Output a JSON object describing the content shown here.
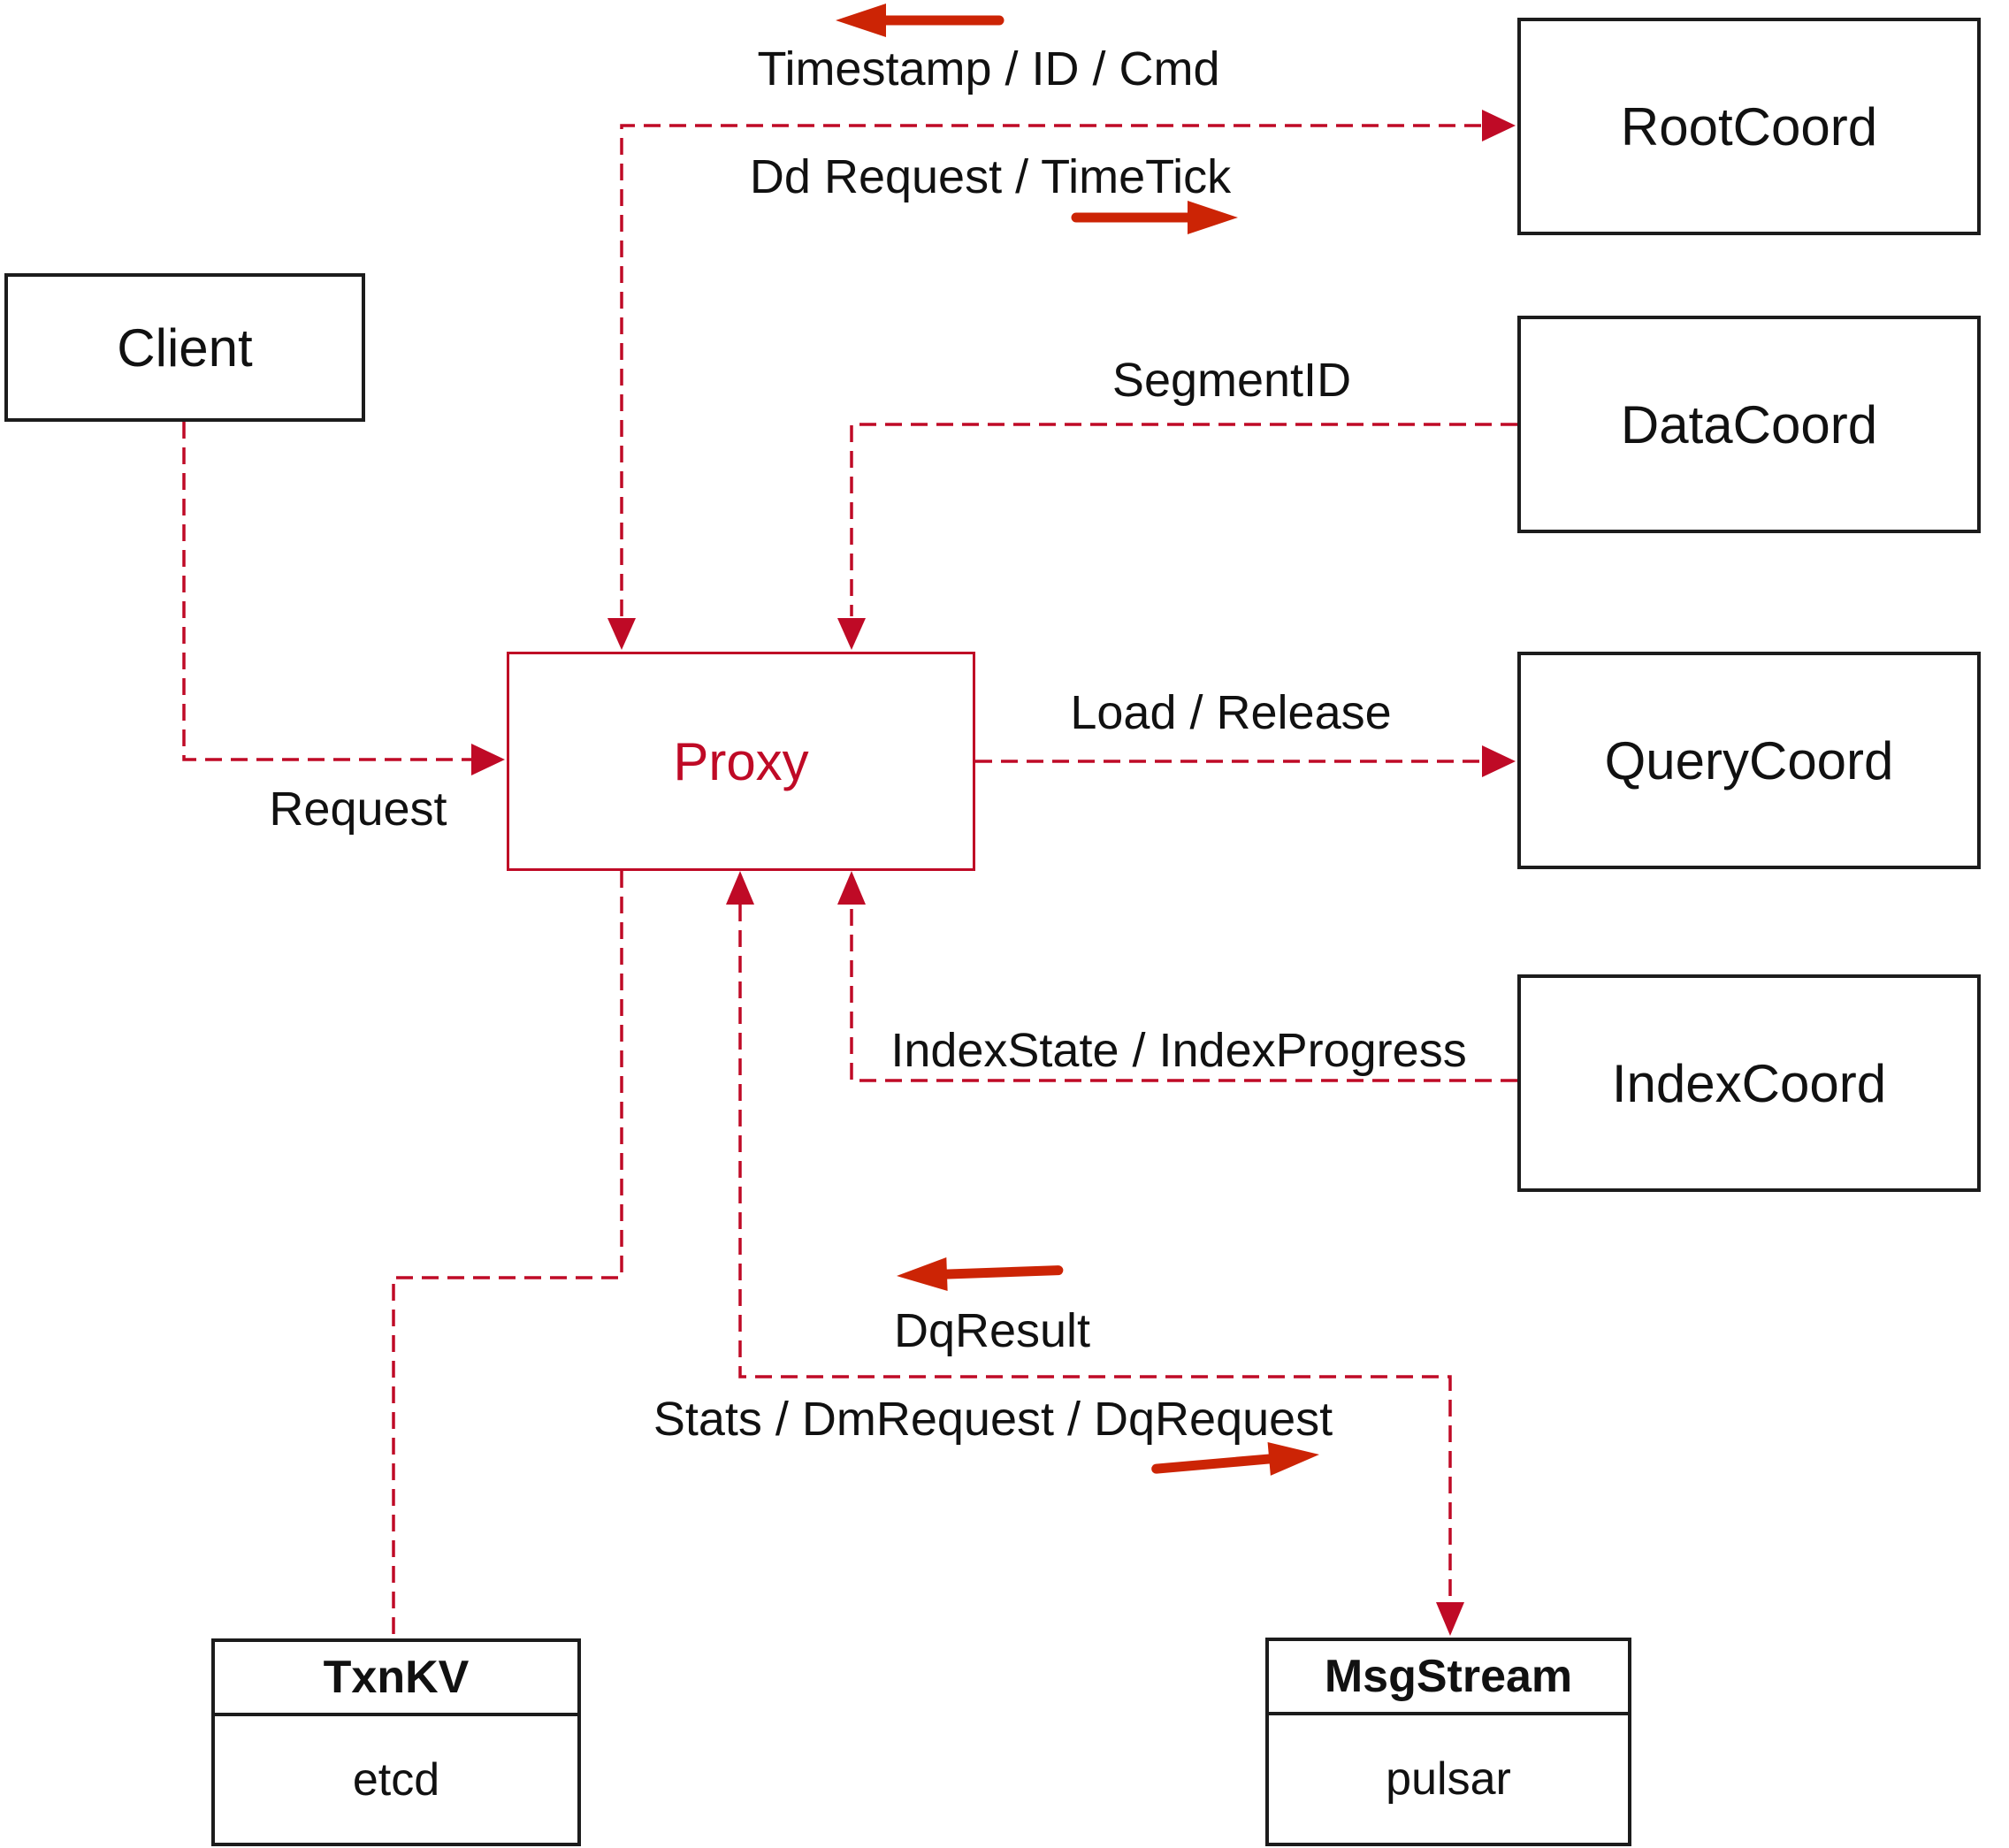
{
  "diagram": {
    "nodes": {
      "client": {
        "label": "Client"
      },
      "proxy": {
        "label": "Proxy"
      },
      "root_coord": {
        "label": "RootCoord"
      },
      "data_coord": {
        "label": "DataCoord"
      },
      "query_coord": {
        "label": "QueryCoord"
      },
      "index_coord": {
        "label": "IndexCoord"
      },
      "txn_kv": {
        "title": "TxnKV",
        "subtitle": "etcd"
      },
      "msg_stream": {
        "title": "MsgStream",
        "subtitle": "pulsar"
      }
    },
    "edge_labels": {
      "timestamp_id_cmd": "Timestamp / ID / Cmd",
      "dd_request_timetick": "Dd Request / TimeTick",
      "segment_id": "SegmentID",
      "load_release": "Load / Release",
      "index_state_progress": "IndexState / IndexProgress",
      "request": "Request",
      "dq_result": "DqResult",
      "stats_dm_dq_request": "Stats / DmRequest / DqRequest"
    },
    "colors": {
      "dashed_line": "#bf0a26",
      "solid_arrow": "#cc2405",
      "box_border": "#1c1c1c",
      "text": "#111111",
      "background": "#ffffff"
    }
  }
}
